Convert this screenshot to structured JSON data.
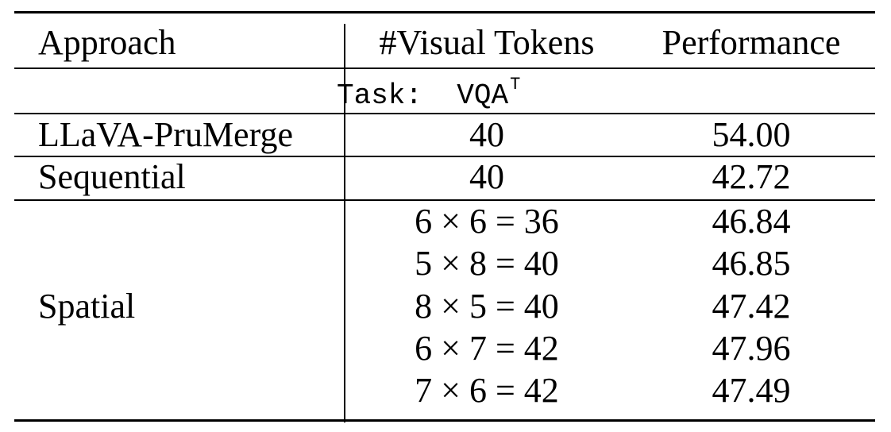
{
  "headers": {
    "approach": "Approach",
    "visual_tokens": "#Visual Tokens",
    "performance": "Performance"
  },
  "task_row": {
    "prefix": "Task:",
    "name": "VQA",
    "superscript": "T"
  },
  "rows": [
    {
      "approach": "LLaVA-PruMerge",
      "tokens": "40",
      "performance": "54.00"
    },
    {
      "approach": "Sequential",
      "tokens": "40",
      "performance": "42.72"
    }
  ],
  "spatial_group": {
    "approach": "Spatial",
    "entries": [
      {
        "tokens": "6 × 6 = 36",
        "performance": "46.84"
      },
      {
        "tokens": "5 × 8 = 40",
        "performance": "46.85"
      },
      {
        "tokens": "8 × 5 = 40",
        "performance": "47.42"
      },
      {
        "tokens": "6 × 7 = 42",
        "performance": "47.96"
      },
      {
        "tokens": "7 × 6 = 42",
        "performance": "47.49"
      }
    ]
  }
}
